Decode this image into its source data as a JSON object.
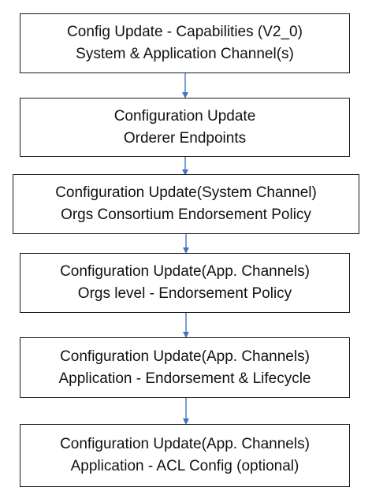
{
  "connector_color": "#4472C4",
  "boxes": [
    {
      "line1": "Config Update - Capabilities (V2_0)",
      "line2": "System & Application Channel(s)"
    },
    {
      "line1": "Configuration Update",
      "line2": "Orderer Endpoints"
    },
    {
      "line1": "Configuration Update(System Channel)",
      "line2": "Orgs Consortium Endorsement Policy"
    },
    {
      "line1": "Configuration Update(App. Channels)",
      "line2": "Orgs level - Endorsement Policy"
    },
    {
      "line1": "Configuration Update(App. Channels)",
      "line2": "Application - Endorsement & Lifecycle"
    },
    {
      "line1": "Configuration Update(App. Channels)",
      "line2": "Application - ACL Config (optional)"
    }
  ]
}
